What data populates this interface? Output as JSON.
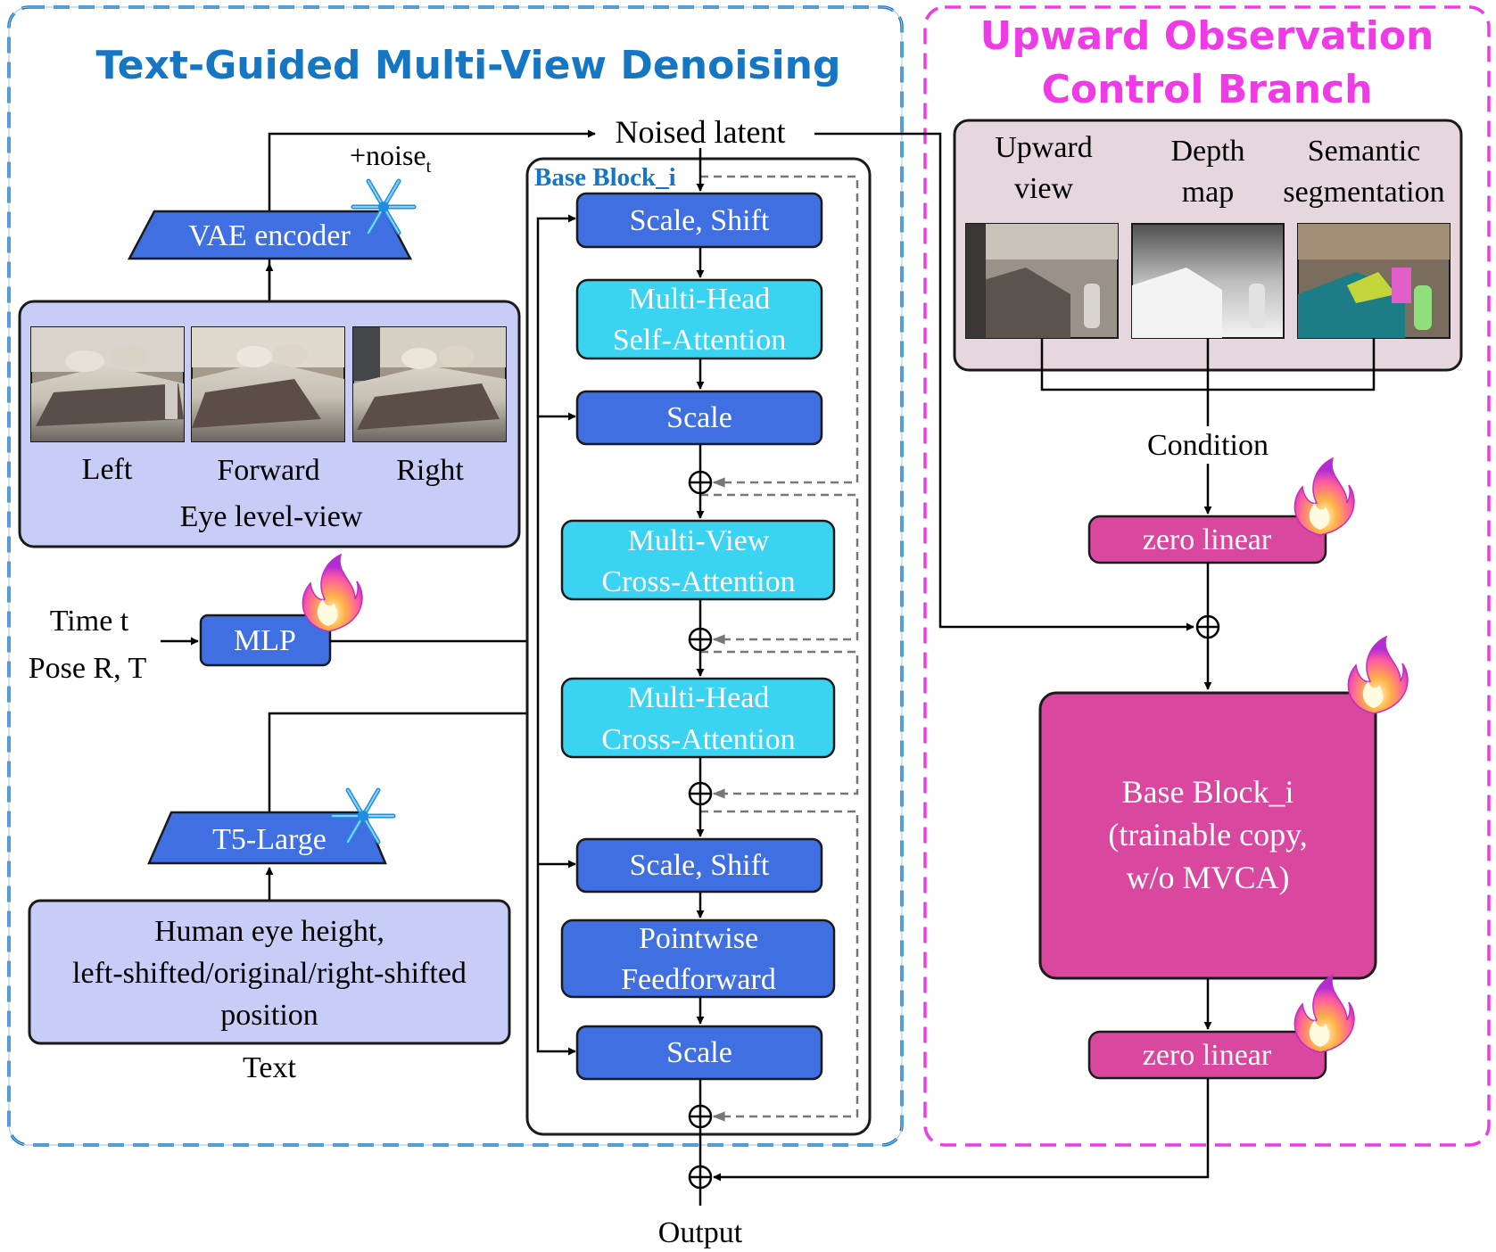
{
  "panels": {
    "left_title": "Text-Guided Multi-View Denoising",
    "right_title_line1": "Upward Observation",
    "right_title_line2": "Control Branch"
  },
  "top": {
    "noised_latent": "Noised latent",
    "noise_label": "+noise",
    "noise_subscript": "t",
    "vae_encoder": "VAE encoder"
  },
  "eye_level": {
    "views": [
      "Left",
      "Forward",
      "Right"
    ],
    "caption": "Eye level-view"
  },
  "conditioning": {
    "time": "Time t",
    "pose": "Pose R, T",
    "mlp": "MLP",
    "t5": "T5-Large",
    "text_box_line1": "Human eye height,",
    "text_box_line2": "left-shifted/original/right-shifted",
    "text_box_line3": "position",
    "text_caption": "Text"
  },
  "base_block": {
    "title": "Base Block_i",
    "scale_shift_1": "Scale, Shift",
    "mhsa_line1": "Multi-Head",
    "mhsa_line2": "Self-Attention",
    "scale_1": "Scale",
    "mvca_line1": "Multi-View",
    "mvca_line2": "Cross-Attention",
    "mhca_line1": "Multi-Head",
    "mhca_line2": "Cross-Attention",
    "scale_shift_2": "Scale, Shift",
    "ff_line1": "Pointwise",
    "ff_line2": "Feedforward",
    "scale_2": "Scale"
  },
  "output": "Output",
  "upward": {
    "col1_line1": "Upward",
    "col1_line2": "view",
    "col2_line1": "Depth",
    "col2_line2": "map",
    "col3_line1": "Semantic",
    "col3_line2": "segmentation",
    "condition": "Condition",
    "zero_linear_1": "zero linear",
    "trainable_line1": "Base Block_i",
    "trainable_line2": "(trainable copy,",
    "trainable_line3": "w/o MVCA)",
    "zero_linear_2": "zero linear"
  },
  "colors": {
    "blue_panel": "#1577c4",
    "pink_panel": "#ee3be6",
    "dark_blue_block": "#3f6fe0",
    "cyan_block": "#3ad3f2",
    "light_blue_box": "#c7cdf6",
    "magenta_block": "#d9479e",
    "mauve_box": "#e6d6de"
  },
  "icons": [
    "snowflake-icon",
    "flame-icon"
  ]
}
